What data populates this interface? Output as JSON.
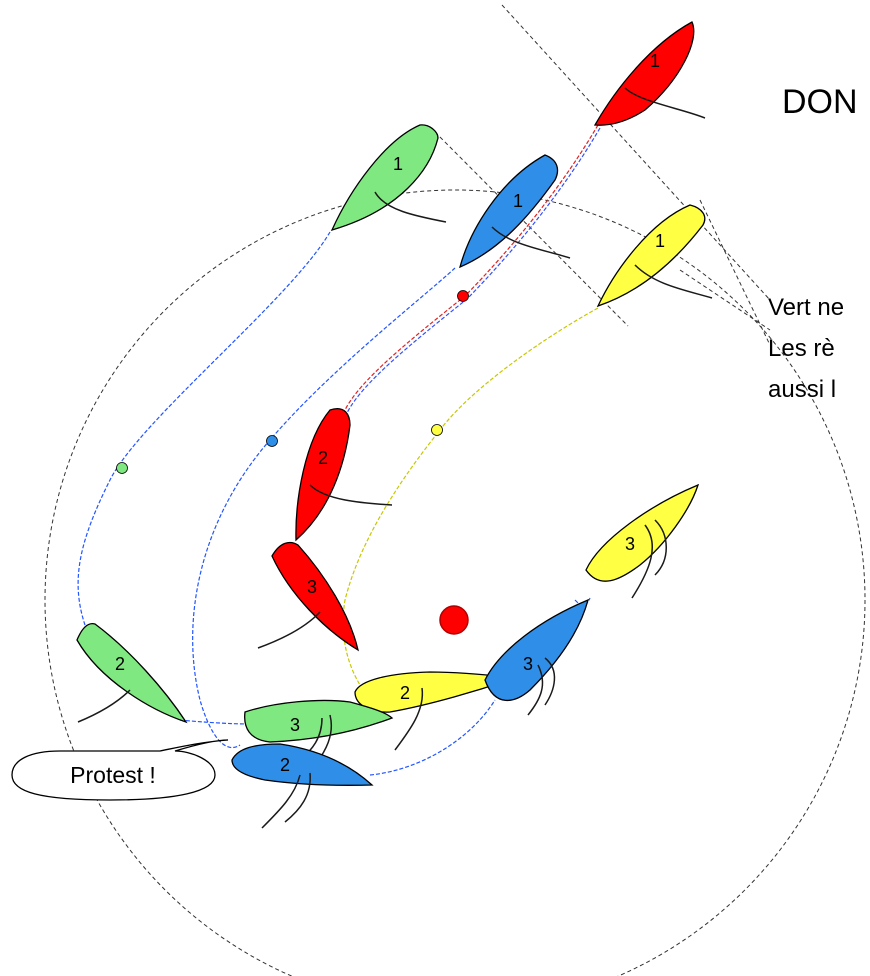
{
  "title": "DON",
  "note_lines": [
    "Vert ne",
    "Les rè",
    "aussi l"
  ],
  "protest_label": "Protest !",
  "colors": {
    "red": "#ff0000",
    "green": "#80e880",
    "blue": "#2f8fe8",
    "yellow": "#ffff44",
    "mark": "#ff0000"
  },
  "boats": [
    {
      "id": "red-1",
      "color": "red",
      "label": "1"
    },
    {
      "id": "green-1",
      "color": "green",
      "label": "1"
    },
    {
      "id": "blue-1",
      "color": "blue",
      "label": "1"
    },
    {
      "id": "yellow-1",
      "color": "yellow",
      "label": "1"
    },
    {
      "id": "red-2",
      "color": "red",
      "label": "2"
    },
    {
      "id": "red-3",
      "color": "red",
      "label": "3"
    },
    {
      "id": "yellow-3",
      "color": "yellow",
      "label": "3"
    },
    {
      "id": "green-2",
      "color": "green",
      "label": "2"
    },
    {
      "id": "yellow-2",
      "color": "yellow",
      "label": "2"
    },
    {
      "id": "blue-3",
      "color": "blue",
      "label": "3"
    },
    {
      "id": "green-3",
      "color": "green",
      "label": "3"
    },
    {
      "id": "blue-2",
      "color": "blue",
      "label": "2"
    }
  ]
}
